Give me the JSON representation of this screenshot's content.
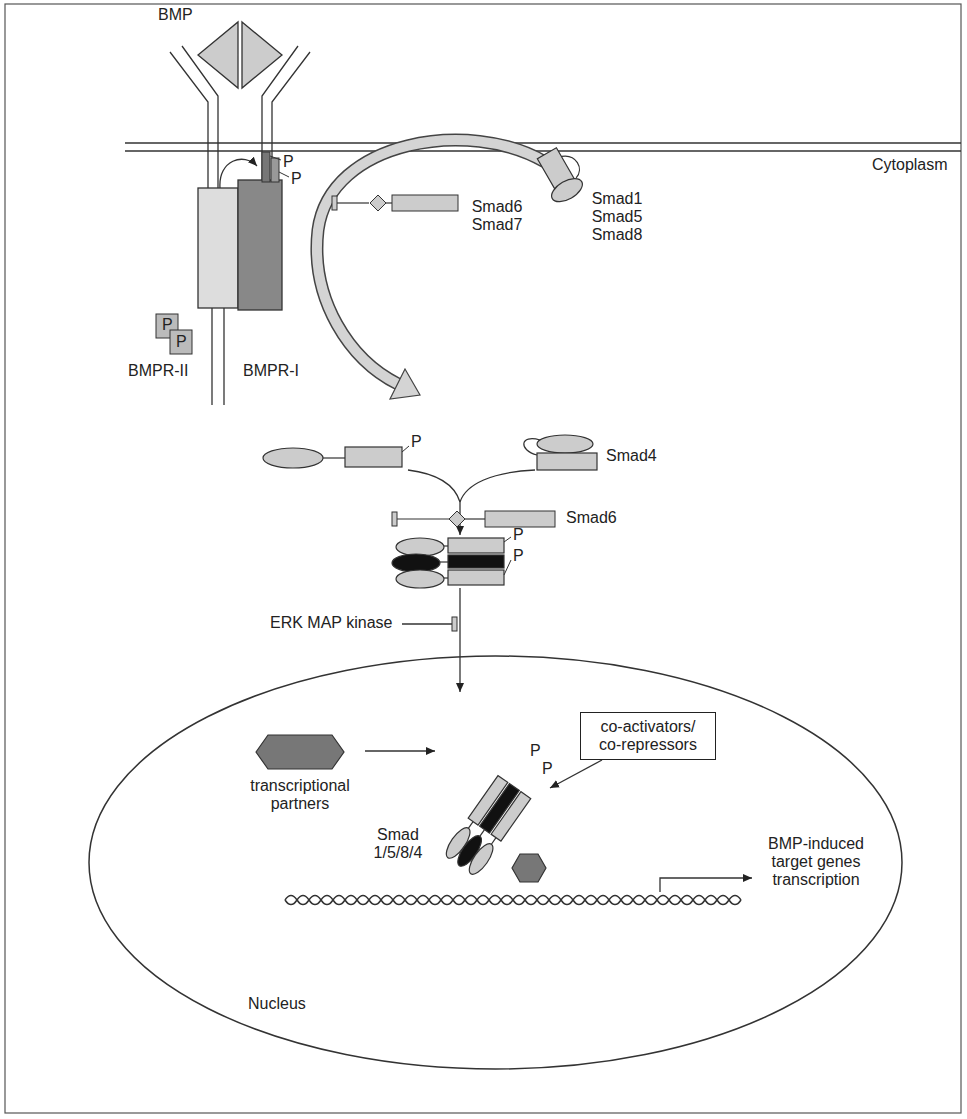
{
  "diagram": {
    "nodes": [
      {
        "text": [
          "Nucleus"
        ]
      },
      {
        "text": [
          "co-activators/ co-repressors"
        ],
        "in": 0
      },
      {
        "text": [
          "transcriptional partners"
        ],
        "in": 0
      },
      {
        "text": [
          "Smad 1/5/8/4"
        ],
        "in": 0
      }
    ],
    "edges": [
      {
        "from": 2,
        "to": 3,
        "arrow": "to"
      },
      {
        "from": 1,
        "to": 3,
        "arrow": "to"
      }
    ],
    "labels": [
      "BMP",
      "Cytoplasm",
      "P",
      "P",
      "P",
      "P",
      "BMPR-II",
      "BMPR-I",
      "Smad6 Smad7",
      "Smad1 Smad5 Smad8",
      "P",
      "Smad4",
      "Smad6",
      "P",
      "P",
      "ERK MAP kinase",
      "P",
      "P",
      "BMP-induced target genes transcription"
    ]
  }
}
